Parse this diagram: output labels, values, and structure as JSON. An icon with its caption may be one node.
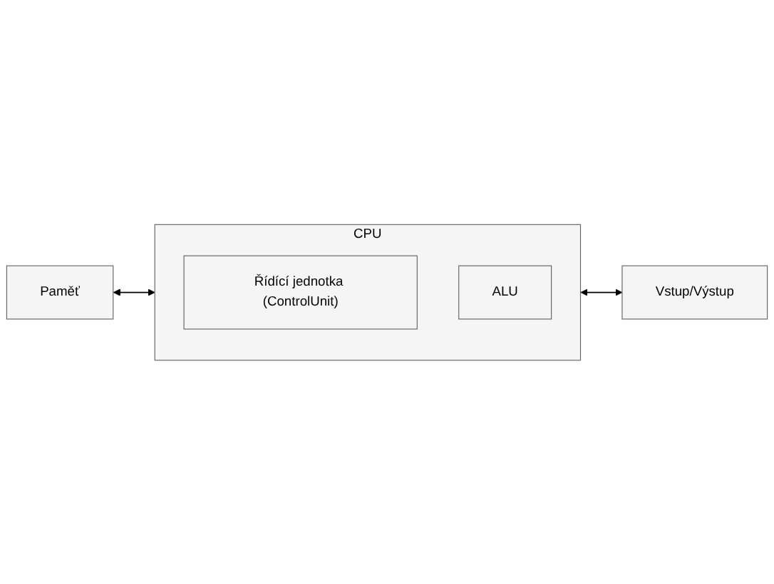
{
  "diagram": {
    "nodes": [
      {
        "text": [
          "Paměť"
        ]
      },
      {
        "text": [
          "CPU"
        ]
      },
      {
        "text": [
          "Řídící jednotka (ControlUnit)"
        ],
        "in": 1
      },
      {
        "text": [
          "ALU"
        ],
        "in": 1
      },
      {
        "text": [
          "Vstup/Výstup"
        ]
      }
    ],
    "edges": [
      {
        "from": 0,
        "to": 1,
        "arrow": "both"
      },
      {
        "from": 1,
        "to": 4,
        "arrow": "both"
      }
    ]
  }
}
